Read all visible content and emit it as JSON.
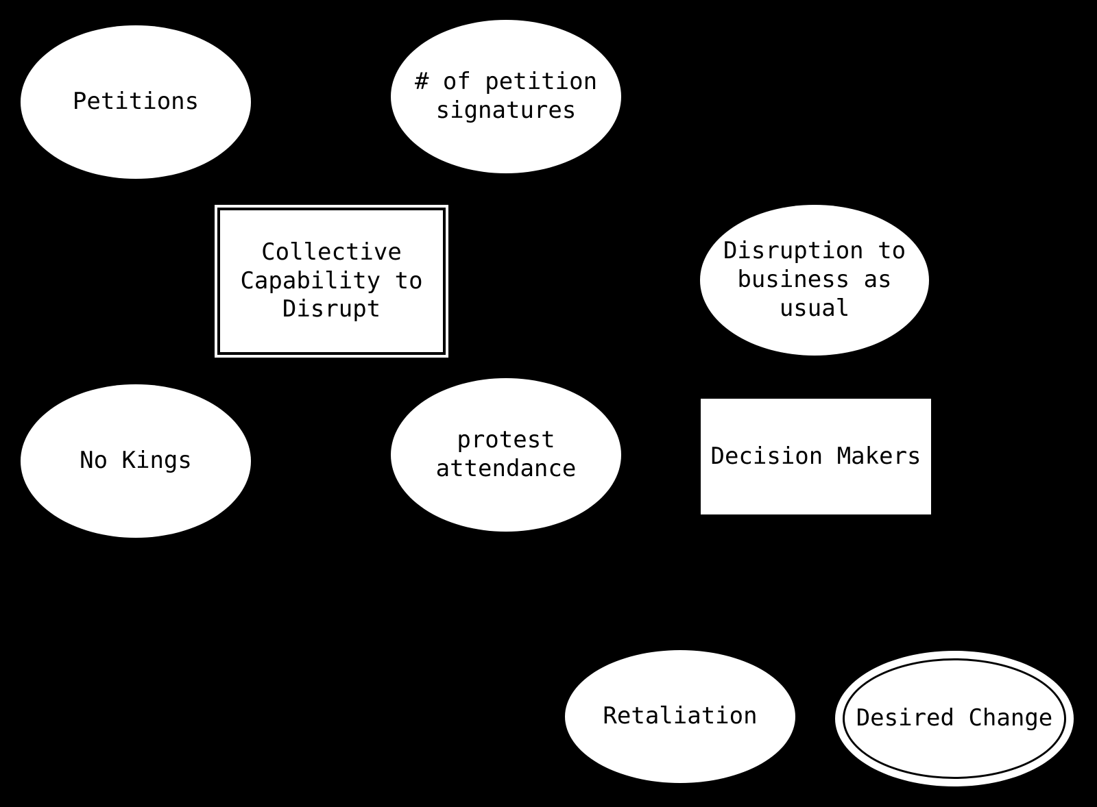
{
  "canvas": {
    "background_color": "#000000",
    "node_fill_color": "#ffffff",
    "node_stroke_color": "#000000",
    "text_color": "#000000"
  },
  "diagram": {
    "nodes": {
      "petitions": {
        "label": "Petitions",
        "shape": "ellipse"
      },
      "petition_signatures": {
        "label": "# of petition\nsignatures",
        "shape": "ellipse"
      },
      "collective_capability": {
        "label": "Collective\nCapability to\nDisrupt",
        "shape": "double-rectangle"
      },
      "disruption": {
        "label": "Disruption to\nbusiness as\nusual",
        "shape": "ellipse"
      },
      "no_kings": {
        "label": "No Kings",
        "shape": "ellipse"
      },
      "protest_attendance": {
        "label": "protest\nattendance",
        "shape": "ellipse"
      },
      "decision_makers": {
        "label": "Decision Makers",
        "shape": "rectangle"
      },
      "retaliation": {
        "label": "Retaliation",
        "shape": "ellipse"
      },
      "desired_change": {
        "label": "Desired Change",
        "shape": "double-ellipse"
      }
    },
    "edges": []
  }
}
